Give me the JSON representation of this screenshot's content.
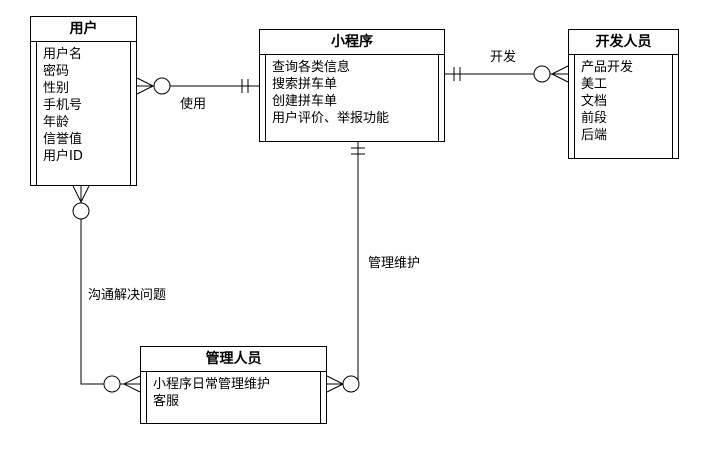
{
  "entities": {
    "user": {
      "title": "用户",
      "attributes": [
        "用户名",
        "密码",
        "性别",
        "手机号",
        "年龄",
        "信誉值",
        "用户ID"
      ]
    },
    "miniprogram": {
      "title": "小程序",
      "attributes": [
        "查询各类信息",
        "搜索拼车单",
        "创建拼车单",
        "用户评价、举报功能"
      ]
    },
    "developer": {
      "title": "开发人员",
      "attributes": [
        "产品开发",
        "美工",
        "文档",
        "前段",
        "后端"
      ]
    },
    "admin": {
      "title": "管理人员",
      "attributes": [
        "小程序日常管理维护",
        "客服"
      ]
    }
  },
  "relations": {
    "use": "使用",
    "develop": "开发",
    "maintain": "管理维护",
    "communicate": "沟通解决问题"
  }
}
